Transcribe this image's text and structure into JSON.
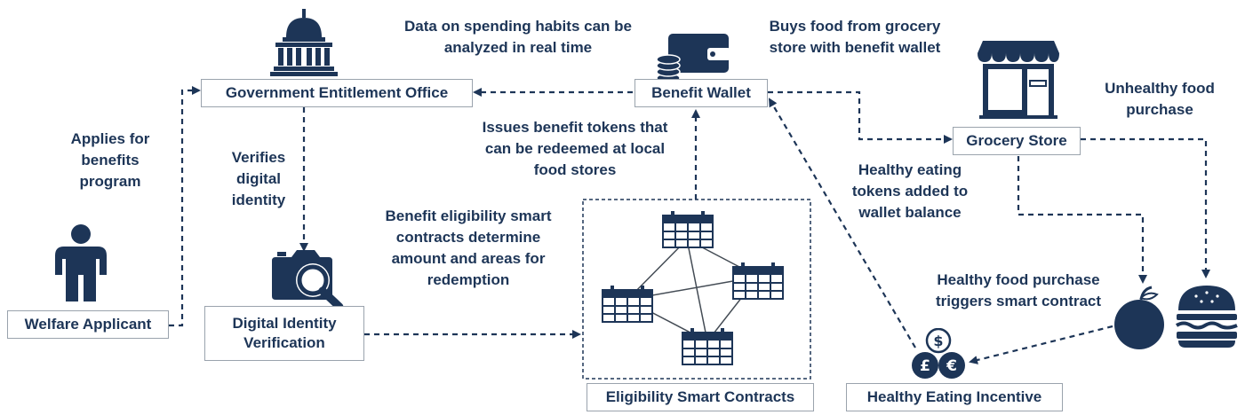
{
  "nodes": {
    "government_office": "Government Entitlement Office",
    "benefit_wallet": "Benefit Wallet",
    "grocery_store": "Grocery Store",
    "welfare_applicant": "Welfare Applicant",
    "digital_identity": "Digital Identity\nVerification",
    "smart_contracts": "Eligibility Smart Contracts",
    "healthy_incentive": "Healthy Eating Incentive"
  },
  "annotations": {
    "data_spending": "Data on spending habits can be\nanalyzed in real time",
    "buys_food": "Buys food from grocery\nstore with benefit wallet",
    "unhealthy": "Unhealthy food\npurchase",
    "applies": "Applies for\nbenefits\nprogram",
    "verifies": "Verifies\ndigital\nidentity",
    "issues_tokens": "Issues benefit tokens that\ncan be redeemed at local\nfood stores",
    "healthy_tokens": "Healthy eating\ntokens added to\nwallet balance",
    "eligibility": "Benefit eligibility smart\ncontracts determine\namount and areas for\nredemption",
    "healthy_purchase": "Healthy food purchase\ntriggers smart contract"
  },
  "icons": {
    "capitol": "capitol-building-icon",
    "wallet": "wallet-icon",
    "store": "storefront-icon",
    "person": "person-icon",
    "camera": "camera-search-icon",
    "calendar": "calendar-grid-icon",
    "apple": "apple-icon",
    "burger": "burger-icon",
    "coins": "currency-coins-icon"
  },
  "colors": {
    "primary": "#1d3557",
    "border": "#9aa3ad"
  }
}
